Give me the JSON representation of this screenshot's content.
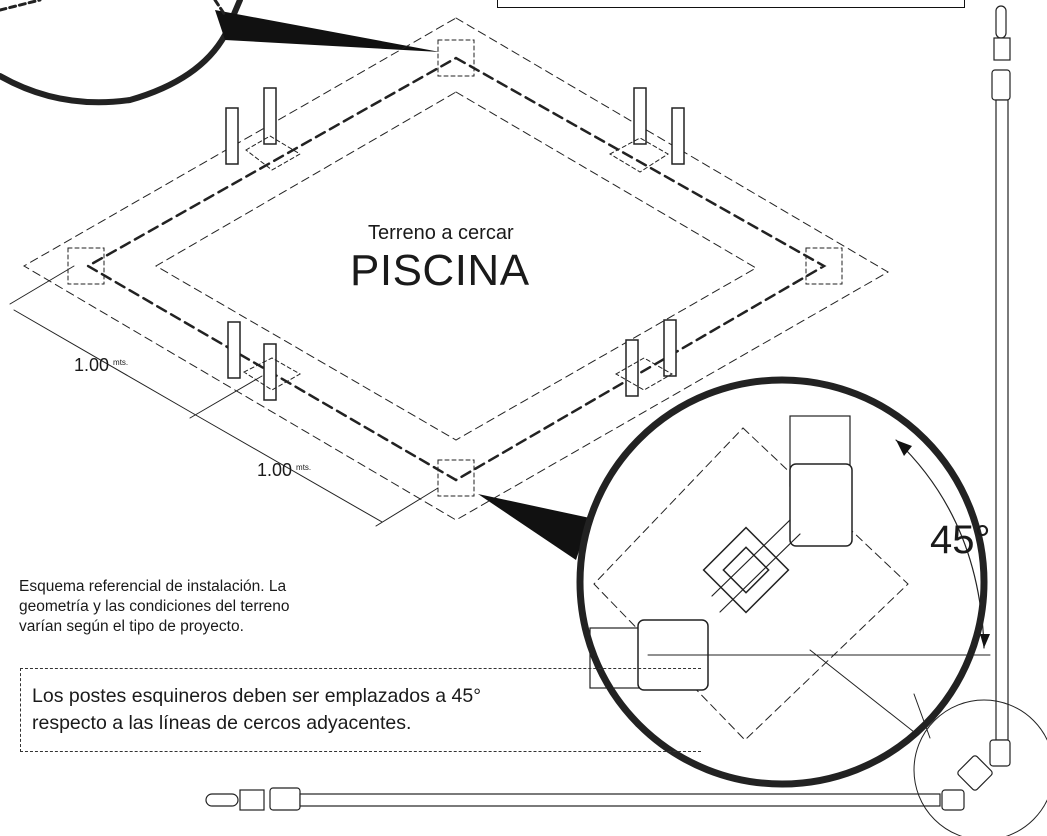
{
  "diagram": {
    "subtitle": "Terreno a cercar",
    "title": "PISCINA",
    "dimension_a": {
      "value": "1.00",
      "unit": "mts."
    },
    "dimension_b": {
      "value": "1.00",
      "unit": "mts."
    },
    "angle_label": "45°",
    "caption": [
      "Esquema referencial de instalación. La",
      "geometría y las condiciones del terreno",
      "varían según el tipo de proyecto."
    ],
    "note": [
      "Los postes esquineros deben ser emplazados a 45°",
      "respecto a las líneas de cercos adyacentes."
    ],
    "colors": {
      "line": "#1a1a1a",
      "fill": "#111111",
      "background": "#ffffff"
    }
  }
}
